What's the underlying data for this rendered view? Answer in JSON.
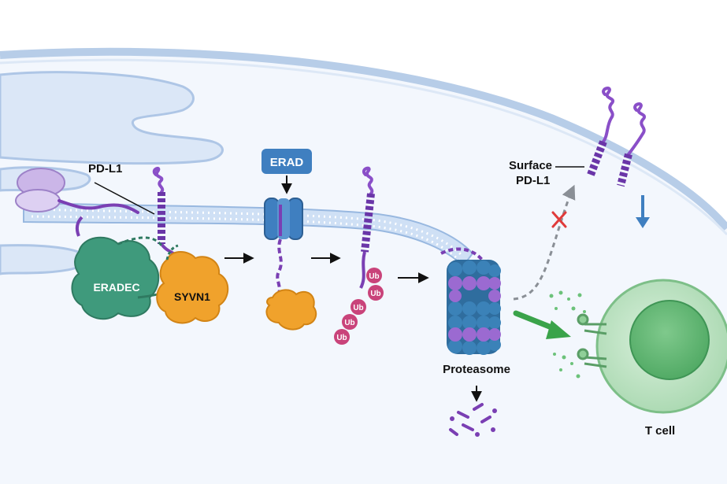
{
  "labels": {
    "pdl1": "PD-L1",
    "erad": "ERAD",
    "eradec": "ERADEC",
    "syvn1": "SYVN1",
    "ub": "Ub",
    "proteasome": "Proteasome",
    "surface_line1": "Surface",
    "surface_line2": "PD-L1",
    "tcell": "T cell"
  },
  "colors": {
    "membrane": "#cfe0f5",
    "cytoplasm": "#eef4fc",
    "pdl1": "#7a3fb3",
    "eradec": "#3f9a7c",
    "syvn1": "#f0a22c",
    "ubiquitin": "#c9437a",
    "proteasome_outer": "#2f6d9e",
    "proteasome_inner": "#9b6ad1",
    "erad_box": "#3f7fc0",
    "tcell": "#b9e0bf",
    "blocked": "#e03b3b",
    "green_arrow": "#3aa34a"
  },
  "icons": [
    "ribosome-icon",
    "erad-channel-icon",
    "blocked-x-icon",
    "down-arrow-icon",
    "green-arrow-icon"
  ]
}
